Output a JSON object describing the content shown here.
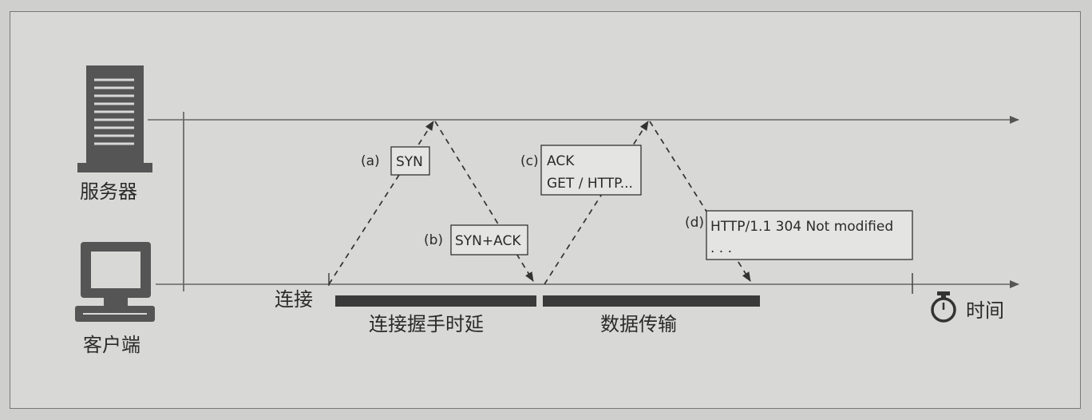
{
  "actors": {
    "server": "服务器",
    "client": "客户端"
  },
  "connect_label": "连接",
  "phases": {
    "handshake": "连接握手时延",
    "transfer": "数据传输"
  },
  "time_label": "时间",
  "messages": [
    {
      "id": "a",
      "tag": "(a)",
      "lines": [
        "SYN"
      ]
    },
    {
      "id": "b",
      "tag": "(b)",
      "lines": [
        "SYN+ACK"
      ]
    },
    {
      "id": "c",
      "tag": "(c)",
      "lines": [
        "ACK",
        "GET / HTTP..."
      ]
    },
    {
      "id": "d",
      "tag": "(d)",
      "lines": [
        "HTTP/1.1 304 Not modified",
        ". . ."
      ]
    }
  ],
  "icons": {
    "server": "server-icon",
    "client": "client-computer-icon",
    "time": "stopwatch-icon"
  }
}
